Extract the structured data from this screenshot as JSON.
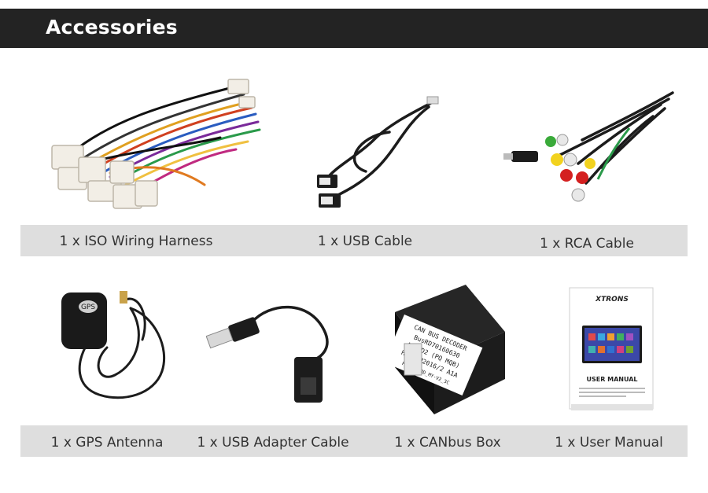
{
  "header": {
    "title": "Accessories"
  },
  "items_row1": [
    {
      "label": "1 x ISO Wiring Harness",
      "icon": "wiring-harness-icon"
    },
    {
      "label": "1 x USB Cable",
      "icon": "usb-cable-icon"
    },
    {
      "label": "1 x RCA Cable",
      "icon": "rca-cable-icon"
    }
  ],
  "items_row2": [
    {
      "label": "1 x GPS Antenna",
      "icon": "gps-antenna-icon"
    },
    {
      "label": "1 x USB Adapter Cable",
      "icon": "usb-adapter-cable-icon"
    },
    {
      "label": "1 x CANbus Box",
      "icon": "canbus-box-icon"
    },
    {
      "label": "1 x User Manual",
      "icon": "user-manual-icon"
    }
  ],
  "gps": {
    "badge": "GPS"
  },
  "canbus_box": {
    "lines": [
      "CAN BUS DECODER",
      "BusRD70160630",
      "ALL_D2 (PQ MQB)",
      "HW: IM2016/2 A1A",
      "FW: BusRD_MY-V2_3C"
    ]
  },
  "manual": {
    "brand": "XTRONS",
    "title": "USER MANUAL"
  },
  "colors": {
    "header_bg": "#232323",
    "band_bg": "#dedede",
    "text": "#333333"
  }
}
